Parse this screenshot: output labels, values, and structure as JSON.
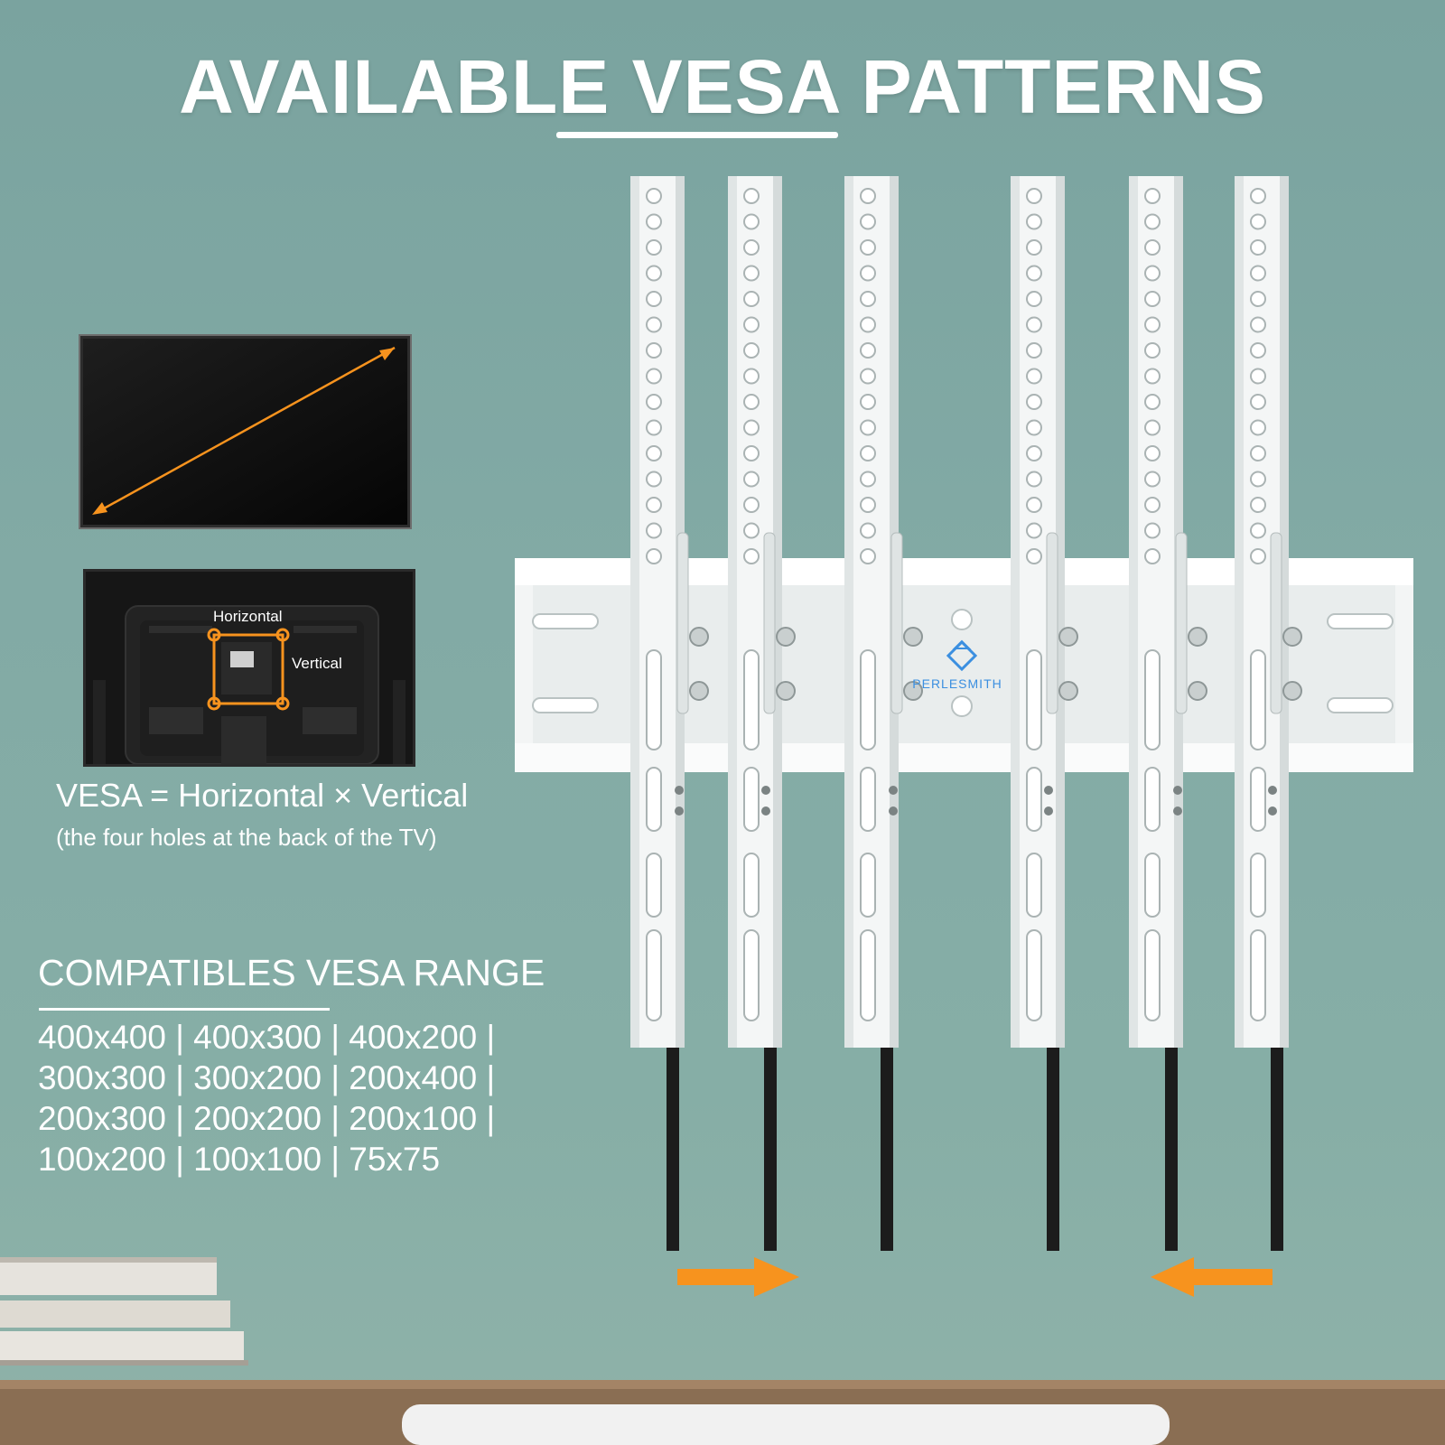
{
  "headline": {
    "before": "AVAILABLE ",
    "emphasis": "VESA",
    "after": " PATTERNS"
  },
  "tv_back": {
    "horizontal_label": "Horizontal",
    "vertical_label": "Vertical"
  },
  "formula": "VESA = Horizontal × Vertical",
  "formula_note": "(the four holes at the back of the TV)",
  "range": {
    "title": "COMPATIBLES VESA RANGE",
    "lines": [
      "400x400 | 400x300 | 400x200 |",
      "300x300 | 300x200 | 200x400 |",
      "200x300 | 200x200 | 200x100 |",
      "100x200 | 100x100 | 75x75"
    ]
  },
  "brand": "PERLESMITH",
  "colors": {
    "accent_orange": "#f7931e",
    "background_teal": "#82aaa5",
    "bracket_white": "#f2f4f4"
  },
  "icons": {
    "arrow_left_panel": "arrow-right-icon",
    "arrow_right_panel": "arrow-left-icon"
  }
}
